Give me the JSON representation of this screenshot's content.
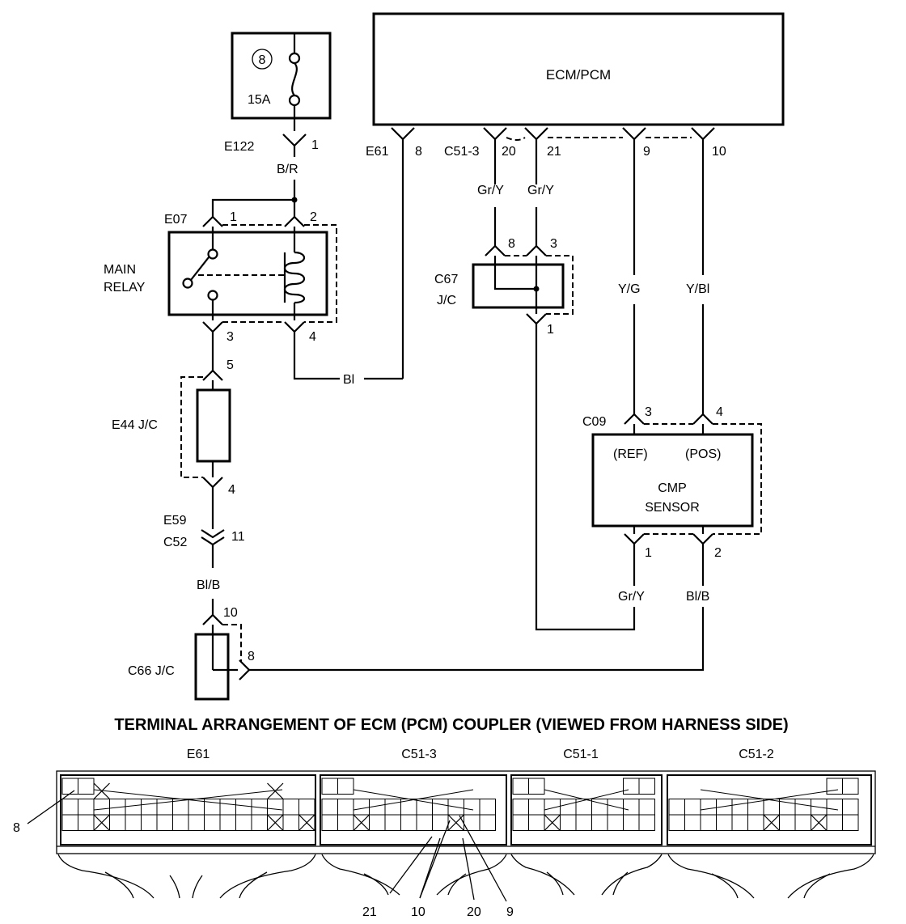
{
  "ecm": {
    "label": "ECM/PCM"
  },
  "fuse": {
    "number": "8",
    "rating": "15A",
    "connector": "E122",
    "pin": "1"
  },
  "main_relay": {
    "label_line1": "MAIN",
    "label_line2": "RELAY",
    "connector": "E07",
    "pins": [
      "1",
      "2",
      "3",
      "4"
    ]
  },
  "wires": {
    "b_r": "B/R",
    "bl": "Bl",
    "gr_y_a": "Gr/Y",
    "gr_y_b": "Gr/Y",
    "y_g": "Y/G",
    "y_bl": "Y/Bl",
    "gr_y_sensor": "Gr/Y",
    "bl_b_sensor": "Bl/B",
    "bl_b": "Bl/B"
  },
  "ecm_terminals": {
    "e61": "E61",
    "e61_pin": "8",
    "c51_3": "C51-3",
    "pin20": "20",
    "pin21": "21",
    "pin9": "9",
    "pin10": "10"
  },
  "c67": {
    "line1": "C67",
    "line2": "J/C",
    "pins": [
      "8",
      "3",
      "1"
    ]
  },
  "e44": {
    "label": "E44 J/C",
    "pins": [
      "5",
      "4"
    ]
  },
  "e59": {
    "line1": "E59",
    "line2": "C52",
    "pin": "11"
  },
  "c66": {
    "label": "C66 J/C",
    "pins": [
      "10",
      "8"
    ]
  },
  "cmp_sensor": {
    "connector": "C09",
    "ref": "(REF)",
    "pos": "(POS)",
    "line1": "CMP",
    "line2": "SENSOR",
    "pins": [
      "3",
      "4",
      "1",
      "2"
    ]
  },
  "terminal_section": {
    "title": "TERMINAL ARRANGEMENT OF ECM (PCM) COUPLER (VIEWED FROM HARNESS SIDE)",
    "couplers": [
      "E61",
      "C51-3",
      "C51-1",
      "C51-2"
    ],
    "callouts": {
      "pin8": "8",
      "pin21": "21",
      "pin10": "10",
      "pin20": "20",
      "pin9": "9"
    }
  }
}
